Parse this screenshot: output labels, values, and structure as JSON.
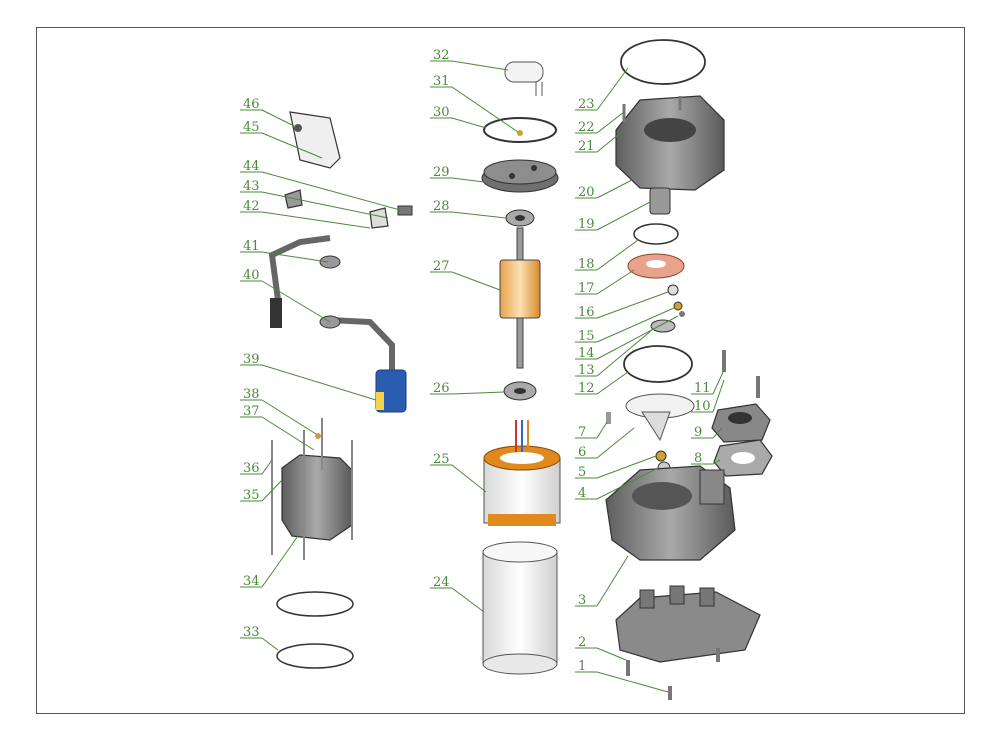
{
  "diagram": {
    "callouts": [
      "1",
      "2",
      "3",
      "4",
      "5",
      "6",
      "7",
      "8",
      "9",
      "10",
      "11",
      "12",
      "13",
      "14",
      "15",
      "16",
      "17",
      "18",
      "19",
      "20",
      "21",
      "22",
      "23",
      "24",
      "25",
      "26",
      "27",
      "28",
      "29",
      "30",
      "31",
      "32",
      "33",
      "34",
      "35",
      "36",
      "37",
      "38",
      "39",
      "40",
      "41",
      "42",
      "43",
      "44",
      "45",
      "46"
    ],
    "colors": {
      "label": "#4a8a3a",
      "frame": "#555555",
      "metal": "#7d7d7d",
      "copper": "#e08a1e",
      "blue": "#2a5db0",
      "yellow": "#f3d44a"
    }
  }
}
